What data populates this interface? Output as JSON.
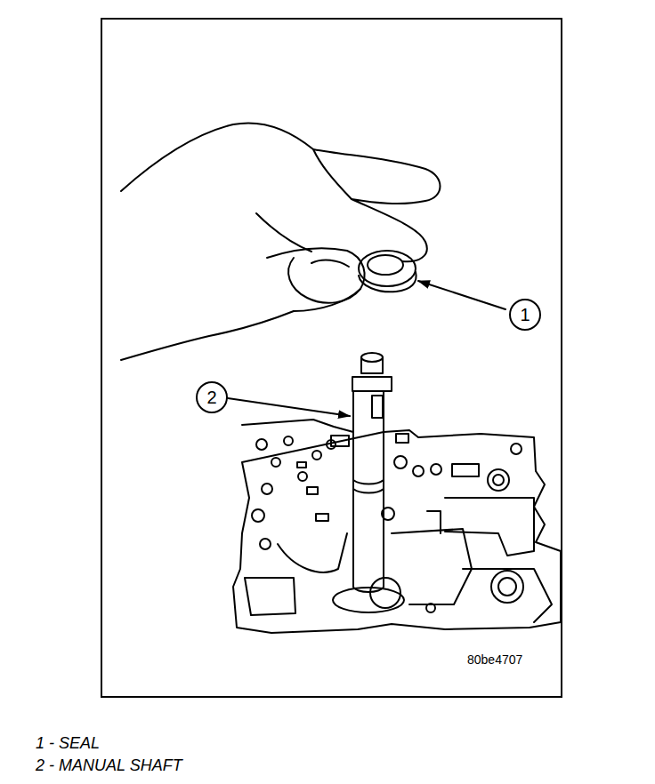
{
  "diagram": {
    "nodes": [
      {
        "text": [
          "80be4707"
        ]
      },
      {
        "text": [
          "1"
        ],
        "in": 0
      },
      {
        "text": [
          "2"
        ],
        "in": 0
      }
    ],
    "labels": [
      "1 - SEAL",
      "2 - MANUAL SHAFT"
    ]
  }
}
